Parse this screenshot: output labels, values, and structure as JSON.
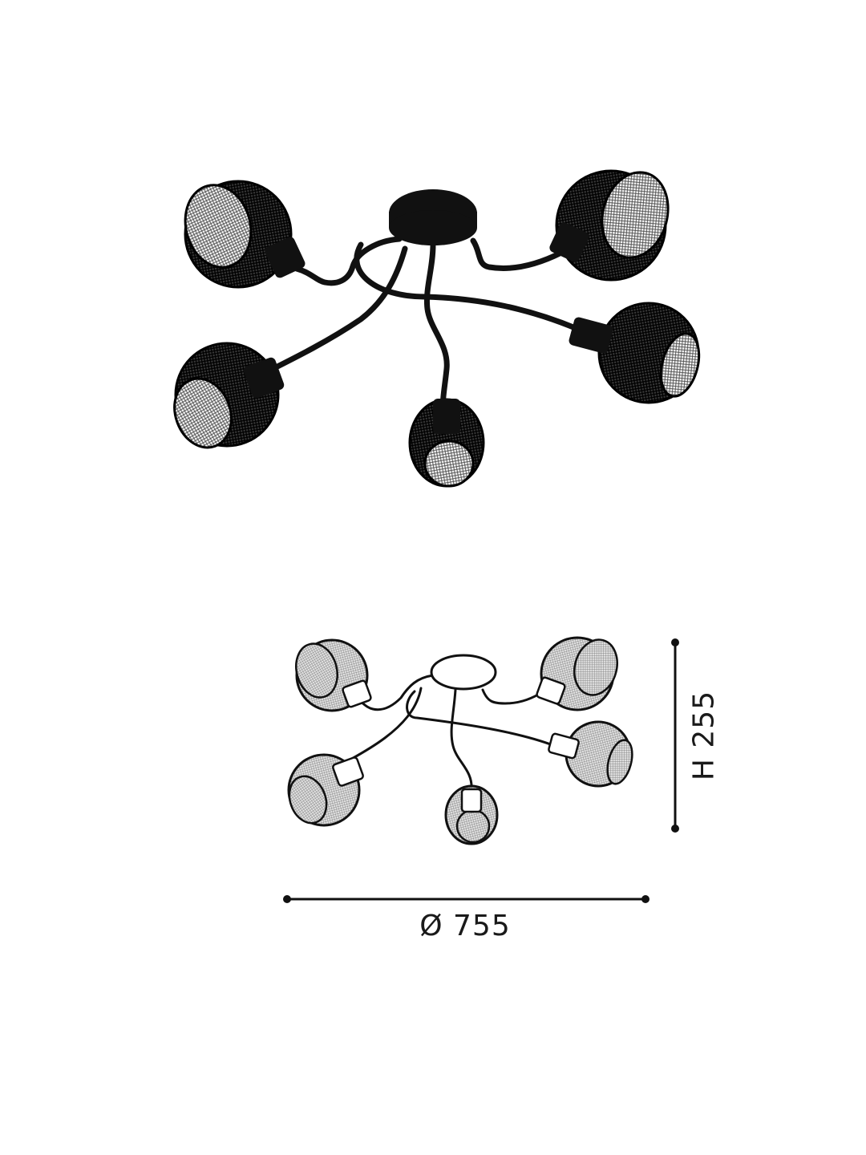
{
  "product_drawing": {
    "subject": "5-light ceiling lamp with wire mesh shades",
    "views": [
      {
        "name": "product-view",
        "style": "black filled"
      },
      {
        "name": "dimension-view",
        "style": "line drawing"
      }
    ],
    "light_count": 5,
    "colors": {
      "ink": "#111111",
      "mesh_dark": "#333333",
      "mesh_light": "#9a9a9a",
      "background": "#ffffff"
    }
  },
  "dimensions": {
    "width_label": "Ø 755",
    "height_label": "H 255",
    "width_value": 755,
    "height_value": 255,
    "unit": "mm"
  }
}
